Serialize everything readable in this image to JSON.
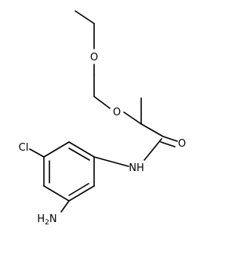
{
  "molecule": {
    "atoms": {
      "o_ether_upper": "O",
      "o_ether_lower": "O",
      "o_carbonyl": "O",
      "n_amide": "NH",
      "cl": "Cl",
      "n_amine": "H2N"
    }
  },
  "colors": {
    "bond": "#000000",
    "label": "#000000",
    "background": "#ffffff"
  }
}
